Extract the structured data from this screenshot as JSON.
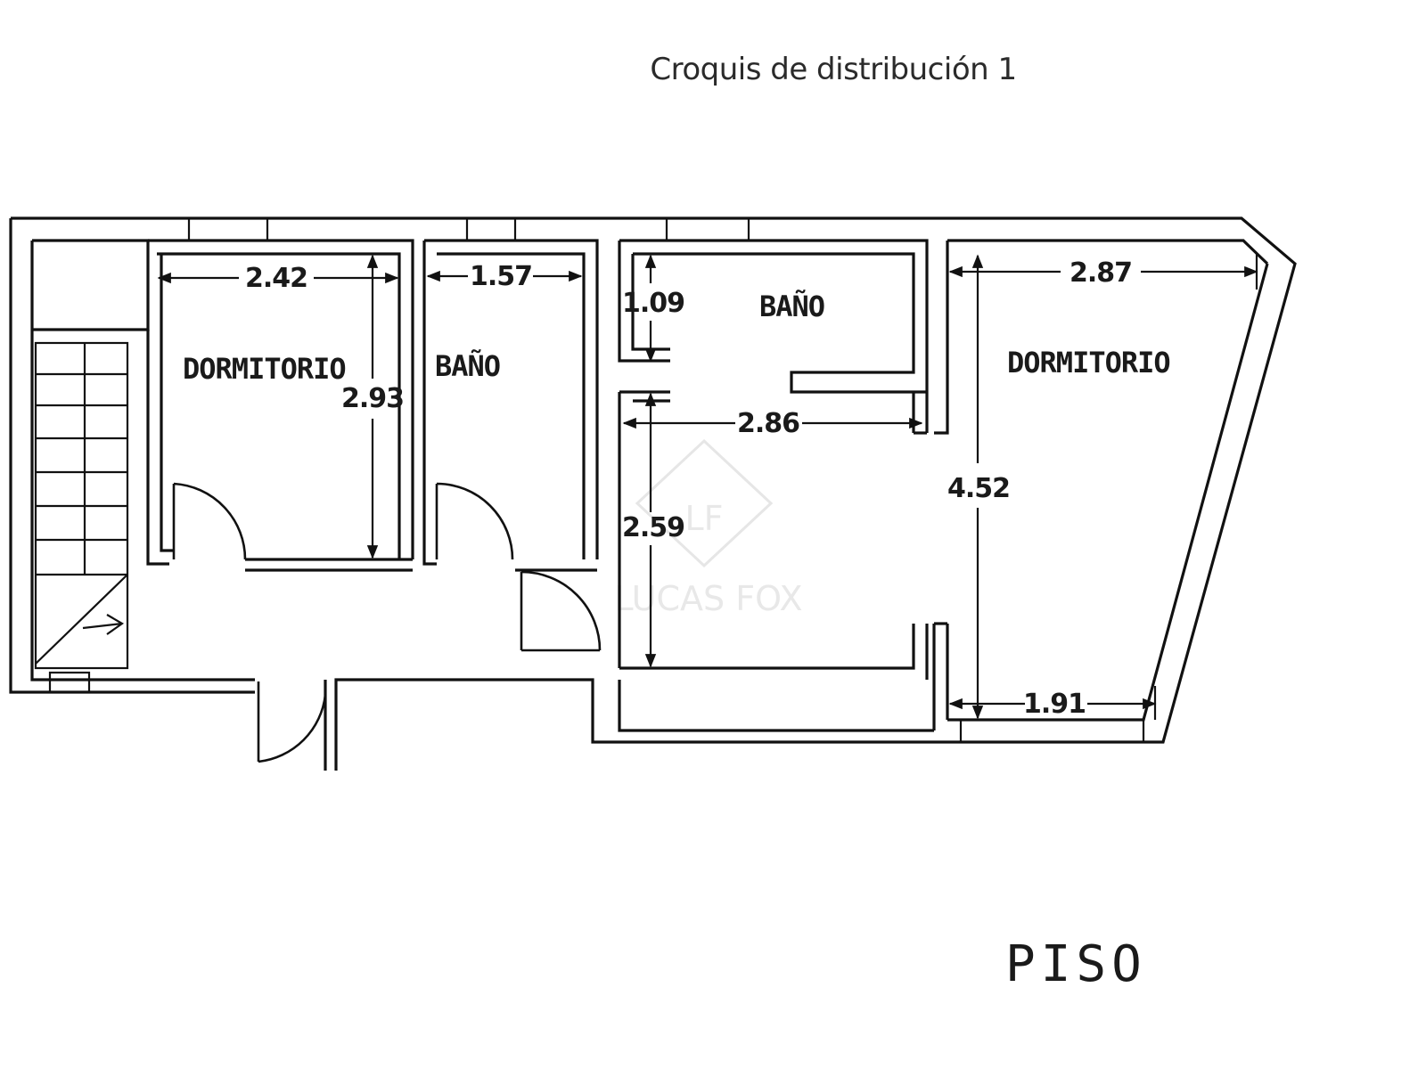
{
  "title": "Croquis de distribución 1",
  "floor_label": "PISO",
  "watermark": {
    "initials": "LF",
    "name": "LUCAS FOX"
  },
  "rooms": [
    {
      "id": "dormitorio-left",
      "label": "DORMITORIO"
    },
    {
      "id": "bano-1",
      "label": "BAÑO"
    },
    {
      "id": "bano-2",
      "label": "BAÑO"
    },
    {
      "id": "dormitorio-right",
      "label": "DORMITORIO"
    }
  ],
  "dimensions": [
    {
      "id": "d242",
      "value": "2.42"
    },
    {
      "id": "d293",
      "value": "2.93"
    },
    {
      "id": "d157",
      "value": "1.57"
    },
    {
      "id": "d109",
      "value": "1.09"
    },
    {
      "id": "d286",
      "value": "2.86"
    },
    {
      "id": "d259",
      "value": "2.59"
    },
    {
      "id": "d287",
      "value": "2.87"
    },
    {
      "id": "d452",
      "value": "4.52"
    },
    {
      "id": "d191",
      "value": "1.91"
    }
  ],
  "colors": {
    "line": "#111111",
    "background": "#ffffff",
    "watermark": "#e6e6e6"
  }
}
